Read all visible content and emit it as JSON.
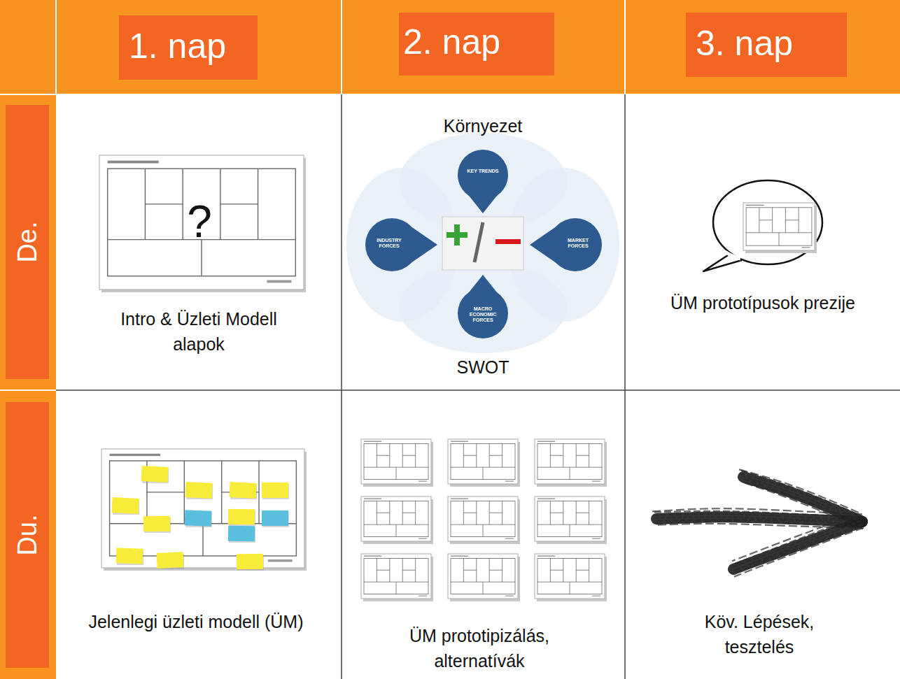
{
  "diagram": {
    "nodes": [
      {
        "text": [
          "1. nap"
        ]
      },
      {
        "text": [
          "2. nap"
        ]
      },
      {
        "text": [
          "3. nap"
        ]
      },
      {
        "text": [
          "De."
        ]
      },
      {
        "text": [
          "Intro & Üzleti Modell alapok"
        ]
      },
      {
        "text": [
          "Környezet",
          "SWOT"
        ]
      },
      {
        "text": [
          "ÜM prototípusok prezije"
        ]
      },
      {
        "text": [
          "Du."
        ]
      },
      {
        "text": [
          "Jelenlegi üzleti modell (ÜM)"
        ]
      },
      {
        "text": [
          "ÜM prototipizálás, alternatívák"
        ]
      },
      {
        "text": [
          "Köv. Lépések, tesztelés"
        ]
      }
    ],
    "labels": [
      "?",
      "KEY TRENDS",
      "INDUSTRY FORCES",
      "MARKET FORCES",
      "MACRO ECONOMIC FORCES"
    ]
  }
}
